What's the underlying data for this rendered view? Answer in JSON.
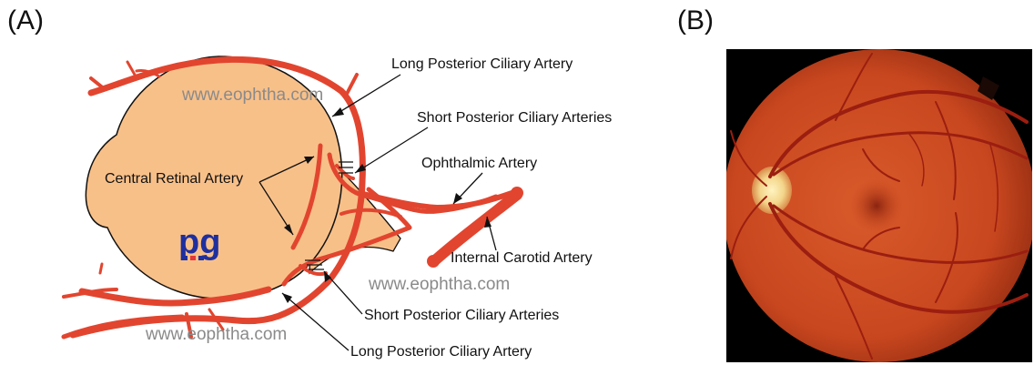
{
  "panels": {
    "a_label": "(A)",
    "b_label": "(B)"
  },
  "diagram": {
    "labels": {
      "long_posterior_ciliary_top": "Long Posterior Ciliary Artery",
      "short_posterior_ciliary_top": "Short Posterior Ciliary Arteries",
      "ophthalmic": "Ophthalmic  Artery",
      "central_retinal": "Central Retinal Artery",
      "internal_carotid": "Internal Carotid Artery",
      "short_posterior_ciliary_bottom": "Short Posterior Ciliary Arteries",
      "long_posterior_ciliary_bottom": "Long Posterior Ciliary Artery"
    },
    "watermarks": [
      "www.eophtha.com",
      "www.eophtha.com",
      "www.eophtha.com"
    ],
    "logo": "pg",
    "colors": {
      "eyeball": "#f8c089",
      "artery": "#e2452f",
      "logo": "#1f2f9e",
      "logo_dot": "#e03a3a"
    }
  },
  "photo": {
    "colors": {
      "fundus": "#c9471f",
      "background": "#000000",
      "optic_disc": "#f3d58a",
      "vessel": "#9b1e10"
    }
  }
}
